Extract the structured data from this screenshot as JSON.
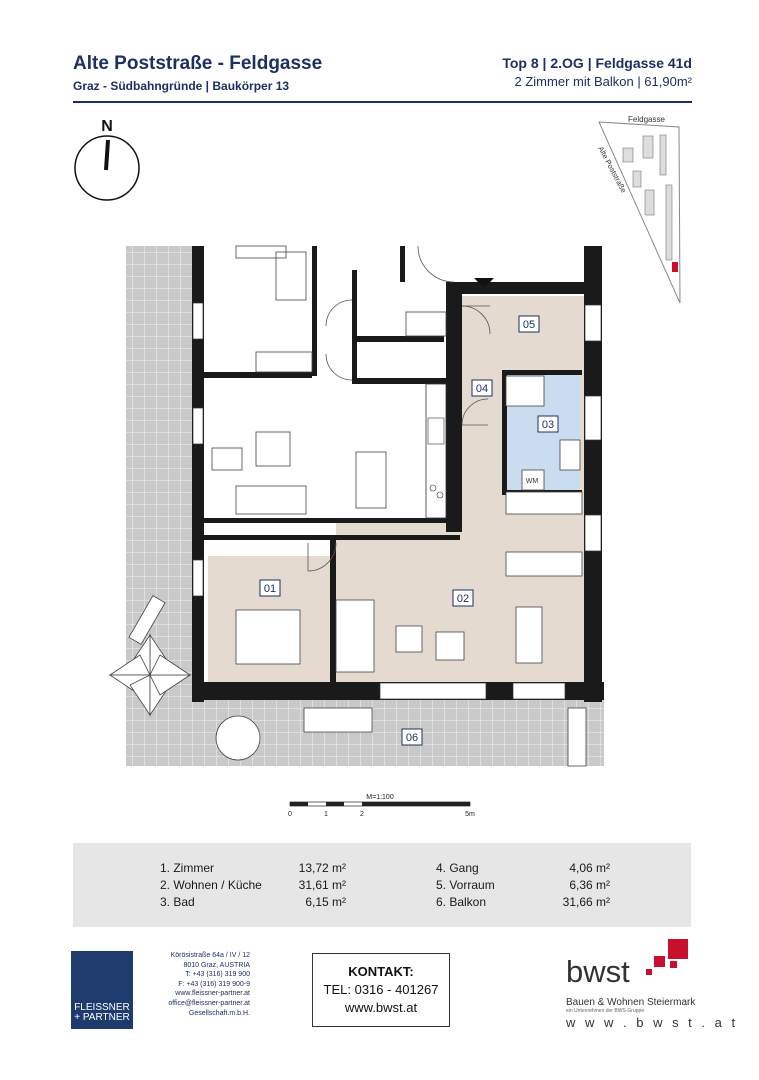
{
  "header": {
    "title": "Alte Poststraße - Feldgasse",
    "subtitle": "Graz - Südbahngründe | Baukörper 13",
    "unit": "Top 8 | 2.OG | Feldgasse 41d",
    "description": "2 Zimmer mit Balkon | 61,90m²"
  },
  "compass": {
    "label": "N"
  },
  "site_plan": {
    "street_top": "Feldgasse",
    "street_side": "Alte Poststraße"
  },
  "rooms": [
    {
      "id": "01",
      "label": "01"
    },
    {
      "id": "02",
      "label": "02"
    },
    {
      "id": "03",
      "label": "03"
    },
    {
      "id": "04",
      "label": "04"
    },
    {
      "id": "05",
      "label": "05"
    },
    {
      "id": "06",
      "label": "06"
    }
  ],
  "appliance_label": "WM",
  "scale": {
    "title": "M=1:100",
    "ticks": [
      "0",
      "1",
      "2",
      "5m"
    ]
  },
  "areas": {
    "left": [
      {
        "name": "1. Zimmer",
        "value": "13,72 m²"
      },
      {
        "name": "2. Wohnen / Küche",
        "value": "31,61 m²"
      },
      {
        "name": "3. Bad",
        "value": "6,15 m²"
      }
    ],
    "right": [
      {
        "name": "4. Gang",
        "value": "4,06 m²"
      },
      {
        "name": "5. Vorraum",
        "value": "6,36 m²"
      },
      {
        "name": "6. Balkon",
        "value": "31,66 m²"
      }
    ]
  },
  "architect": {
    "logo_line1": "FLEISSNER",
    "logo_line2": "+ PARTNER",
    "address": [
      "Körösistraße 64a / IV / 12",
      "8010 Graz, AUSTRIA",
      "T: +43 (316) 319 900",
      "F: +43 (316) 319 900-9",
      "www.fleissner-partner.at",
      "office@fleissner-partner.at",
      "Gesellschaft.m.b.H."
    ]
  },
  "contact": {
    "title": "KONTAKT:",
    "phone": "TEL: 0316 - 401267",
    "web": "www.bwst.at"
  },
  "developer": {
    "brand": "bwst",
    "tagline": "Bauen & Wohnen Steiermark",
    "subtagline": "ein Unternehmen der BWS-Gruppe",
    "web": "w w w . b w s t . a t",
    "accent_color": "#c8102e"
  },
  "colors": {
    "room_fill": "#e4dad0",
    "bath_fill": "#c9dcf0",
    "wall": "#1a1a1a",
    "balcony": "#c8c8c8",
    "header_blue": "#1d2f63"
  }
}
